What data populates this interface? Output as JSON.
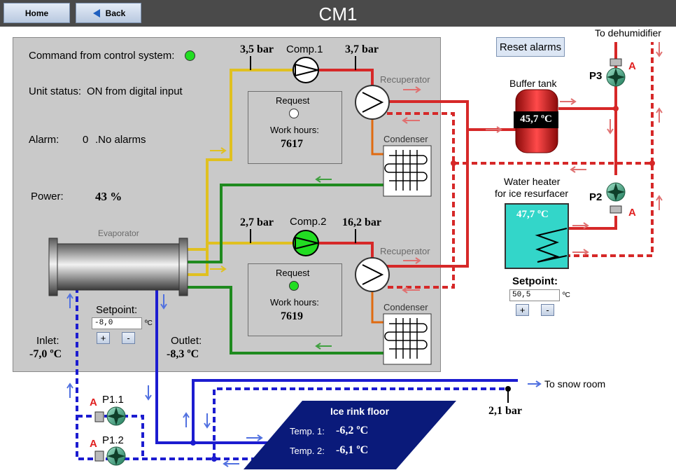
{
  "nav": {
    "home_label": "Home",
    "back_label": "Back"
  },
  "screen_title": "CM1",
  "reset_label": "Reset alarms",
  "status": {
    "command_label": "Command from control system:",
    "unit_status_label": "Unit status:",
    "unit_status_value": "ON from digital input",
    "alarm_label": "Alarm:",
    "alarm_code": "0",
    "alarm_text": ".No alarms",
    "power_label": "Power:",
    "power_value": "43 %"
  },
  "evaporator": {
    "label": "Evaporator",
    "setpoint_label": "Setpoint:",
    "setpoint_value": "-8,0",
    "setpoint_unit": "ºC",
    "inlet_label": "Inlet:",
    "inlet_value": "-7,0 ºC",
    "outlet_label": "Outlet:",
    "outlet_value": "-8,3 ºC",
    "plus": "+",
    "minus": "-"
  },
  "comp1": {
    "name": "Comp.1",
    "suction_pressure": "3,5 bar",
    "discharge_pressure": "3,7 bar",
    "request_label": "Request",
    "work_hours_label": "Work hours:",
    "work_hours": "7617",
    "recuperator_label": "Recuperator",
    "condenser_label": "Condenser"
  },
  "comp2": {
    "name": "Comp.2",
    "suction_pressure": "2,7 bar",
    "discharge_pressure": "16,2 bar",
    "request_label": "Request",
    "work_hours_label": "Work hours:",
    "work_hours": "7619",
    "recuperator_label": "Recuperator",
    "condenser_label": "Condenser"
  },
  "buffer_tank": {
    "label": "Buffer tank",
    "temperature": "45,7 ºC"
  },
  "water_heater": {
    "label_line1": "Water heater",
    "label_line2": "for ice resurfacer",
    "temperature": "47,7 ºC",
    "setpoint_label": "Setpoint:",
    "setpoint_value": "50,5",
    "setpoint_unit": "ºC",
    "plus": "+",
    "minus": "-"
  },
  "pumps": {
    "p3": "P3",
    "p2": "P2",
    "p1_1": "P1.1",
    "p1_2": "P1.2",
    "alarm_flag": "A"
  },
  "destinations": {
    "dehumidifier": "To dehumidifier",
    "snow_room": "To snow room"
  },
  "ice_rink": {
    "title": "Ice rink floor",
    "temp1_label": "Temp. 1:",
    "temp1_value": "-6,2 ºC",
    "temp2_label": "Temp. 2:",
    "temp2_value": "-6,1 ºC",
    "pressure": "2,1 bar"
  },
  "colors": {
    "hot_line": "#d62828",
    "cold_line": "#1c1cd0",
    "suction_line": "#e0c020",
    "return_line": "#1f8a1f",
    "condenser_line": "#e06a10",
    "indicator_on": "#22dd22",
    "heater_fill": "#33d6c9",
    "rink_fill": "#0a1a7a"
  }
}
